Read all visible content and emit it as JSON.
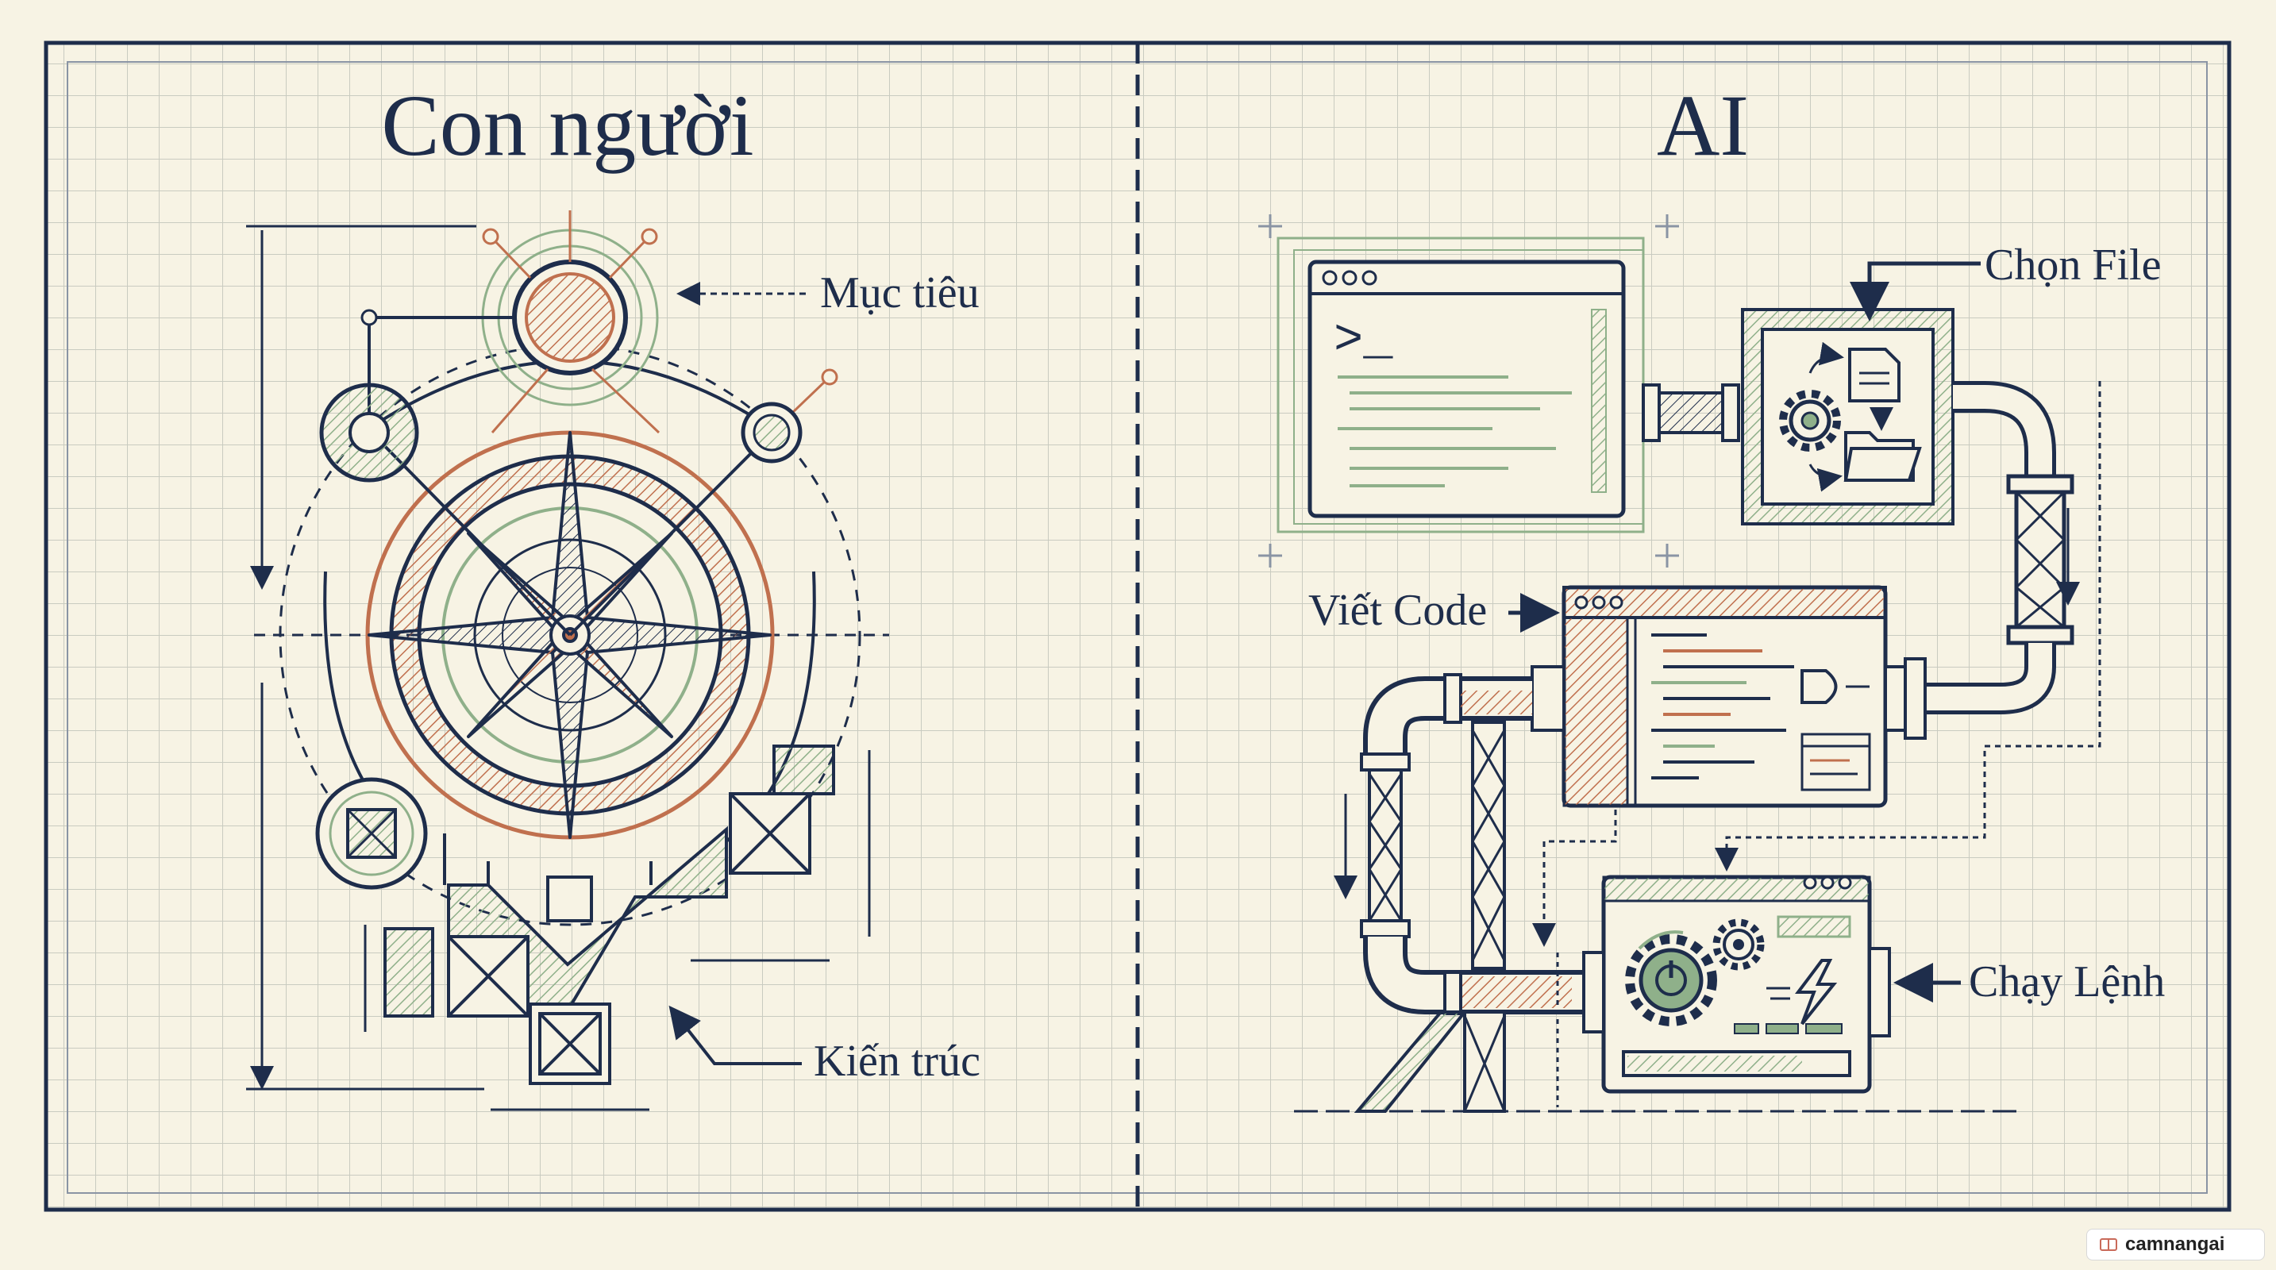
{
  "left": {
    "title": "Con người",
    "labels": {
      "goal": "Mục tiêu",
      "architecture": "Kiến trúc"
    }
  },
  "right": {
    "title": "AI",
    "labels": {
      "choose_file": "Chọn File",
      "write_code": "Viết Code",
      "run_command": "Chạy Lệnh"
    },
    "terminal_prompt": ">_"
  },
  "watermark": "camnangai",
  "colors": {
    "ink": "#1e2d4b",
    "rust": "#c0704e",
    "sage": "#8fb08a",
    "paper": "#f7f3e4",
    "grid": "#c9cbc0"
  },
  "icons": [
    "compass-rose-icon",
    "target-circle-icon",
    "terminal-icon",
    "gear-icon",
    "file-icon",
    "folder-icon",
    "lightning-icon",
    "power-icon",
    "pipe-icon"
  ]
}
